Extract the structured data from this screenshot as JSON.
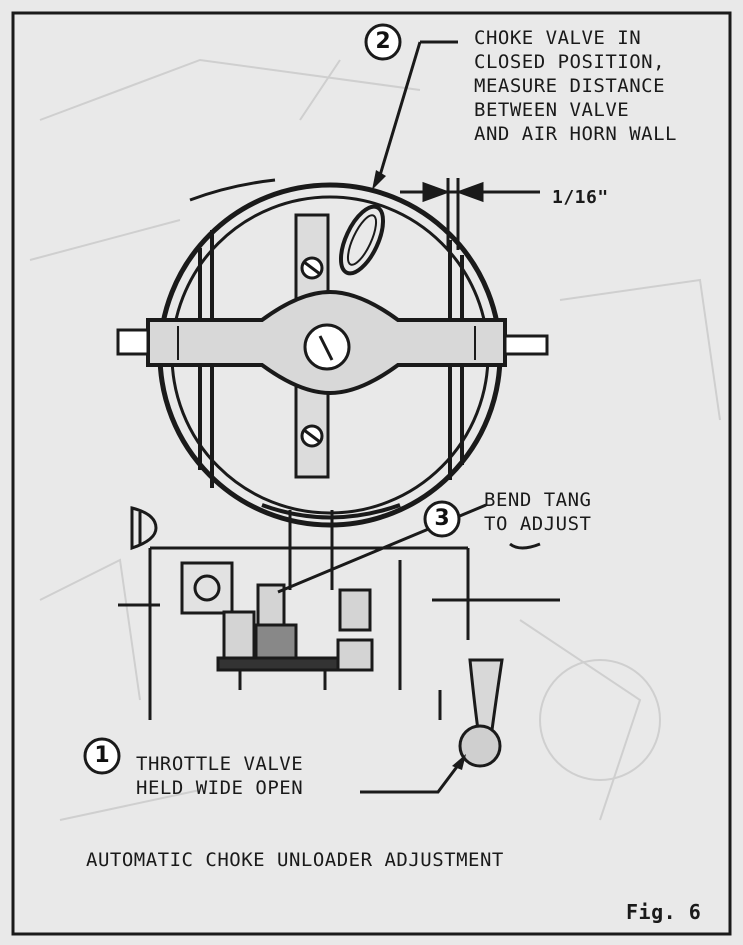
{
  "callouts": {
    "one": "1",
    "two": "2",
    "three": "3"
  },
  "labels": {
    "choke_valve": [
      "CHOKE VALVE IN",
      "CLOSED POSITION,",
      "MEASURE DISTANCE",
      "BETWEEN VALVE",
      "AND AIR HORN WALL"
    ],
    "dimension": "1/16\"",
    "bend_tang": [
      "BEND TANG",
      "TO ADJUST"
    ],
    "throttle_valve": [
      "THROTTLE VALVE",
      "HELD WIDE OPEN"
    ]
  },
  "caption": "AUTOMATIC CHOKE UNLOADER ADJUSTMENT",
  "figure_label": "Fig. 6",
  "colors": {
    "paper": "#e9e9e9",
    "ink": "#1a1a1a",
    "ghost": "#c8c8c8"
  }
}
